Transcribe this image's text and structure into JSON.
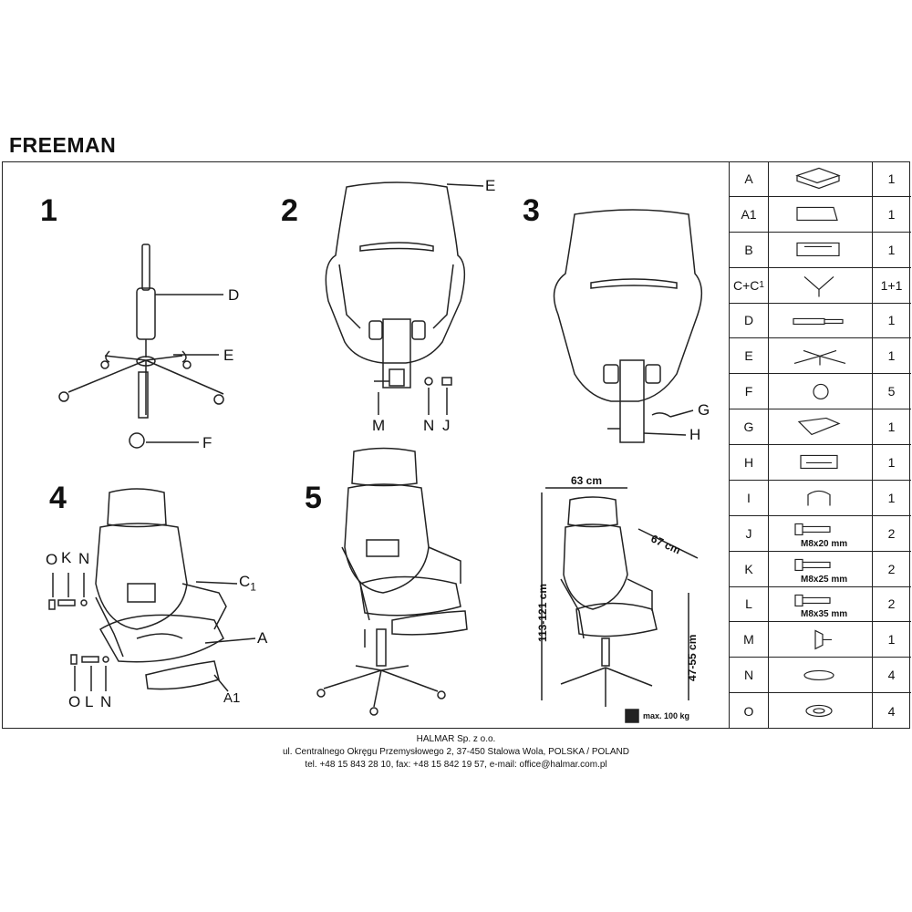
{
  "document": {
    "title": "FREEMAN"
  },
  "steps": [
    {
      "number": "1",
      "labels": [
        "D",
        "E",
        "F"
      ]
    },
    {
      "number": "2",
      "labels": [
        "E",
        "M",
        "N",
        "J"
      ]
    },
    {
      "number": "3",
      "labels": [
        "G",
        "H"
      ]
    },
    {
      "number": "4",
      "labels_top": [
        "O",
        "K",
        "N"
      ],
      "label_c": "C",
      "label_c_sub": "1",
      "label_a": "A",
      "labels_bottom": [
        "O",
        "L",
        "N"
      ],
      "label_a1": "A1"
    },
    {
      "number": "5"
    }
  ],
  "dimensions": {
    "width": "63 cm",
    "depth": "67 cm",
    "height": "113-121 cm",
    "seat_height": "47-55 cm",
    "max_load": "max. 100 kg"
  },
  "parts": [
    {
      "letter": "A",
      "qty": "1",
      "icon": "seat-icon"
    },
    {
      "letter": "A1",
      "qty": "1",
      "icon": "footrest-icon"
    },
    {
      "letter": "B",
      "qty": "1",
      "icon": "backrest-icon"
    },
    {
      "letter": "C+C",
      "letter_sub": "1",
      "qty": "1+1",
      "icon": "armrests-icon"
    },
    {
      "letter": "D",
      "qty": "1",
      "icon": "gas-lift-icon"
    },
    {
      "letter": "E",
      "qty": "1",
      "icon": "star-base-icon"
    },
    {
      "letter": "F",
      "qty": "5",
      "icon": "caster-icon"
    },
    {
      "letter": "G",
      "qty": "1",
      "icon": "mechanism-icon"
    },
    {
      "letter": "H",
      "qty": "1",
      "icon": "bracket-icon"
    },
    {
      "letter": "I",
      "qty": "1",
      "icon": "clip-icon"
    },
    {
      "letter": "J",
      "qty": "2",
      "spec": "M8x20 mm",
      "icon": "bolt-icon"
    },
    {
      "letter": "K",
      "qty": "2",
      "spec": "M8x25 mm",
      "icon": "bolt-icon"
    },
    {
      "letter": "L",
      "qty": "2",
      "spec": "M8x35 mm",
      "icon": "bolt-icon"
    },
    {
      "letter": "M",
      "qty": "1",
      "icon": "knob-icon"
    },
    {
      "letter": "N",
      "qty": "4",
      "icon": "spring-washer-icon"
    },
    {
      "letter": "O",
      "qty": "4",
      "icon": "washer-icon"
    }
  ],
  "footer": {
    "company": "HALMAR Sp. z o.o.",
    "address": "ul. Centralnego Okręgu Przemysłowego 2, 37-450 Stalowa Wola, POLSKA / POLAND",
    "contact": "tel. +48 15 843 28 10, fax: +48 15 842 19 57, e-mail: office@halmar.com.pl"
  }
}
